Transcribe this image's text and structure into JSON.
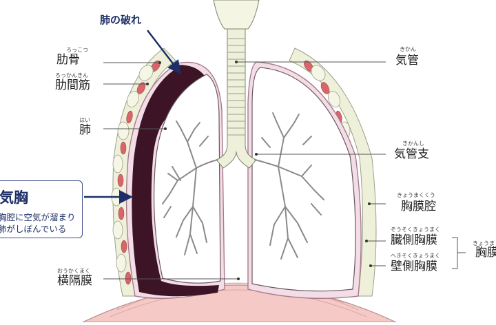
{
  "title": "肺の破れ",
  "labels": {
    "rib": {
      "text": "肋骨",
      "ruby": "ろっこつ"
    },
    "intercostal": {
      "text": "肋間筋",
      "ruby": "ろっかんきん"
    },
    "lung": {
      "text": "肺",
      "ruby": "はい"
    },
    "diaphragm": {
      "text": "横隔膜",
      "ruby": "おうかくまく"
    },
    "trachea": {
      "text": "気管",
      "ruby": "きかん"
    },
    "bronchus": {
      "text": "気管支",
      "ruby": "きかんし"
    },
    "pleural_cavity": {
      "text": "胸膜腔",
      "ruby": "きょうまくくう"
    },
    "visceral_pleura": {
      "text": "臓側胸膜",
      "ruby": "ぞうそくきょうまく"
    },
    "parietal_pleura": {
      "text": "壁側胸膜",
      "ruby": "へきそくきょうまく"
    },
    "pleura": {
      "text": "胸膜",
      "ruby": "きょうま"
    }
  },
  "callout": {
    "heading": "気胸",
    "line1": "胸腔に空気が溜まり",
    "line2": "肺がしぼんでいる"
  },
  "colors": {
    "collapsed_lung": "#3c1426",
    "pleura_pink": "#f3dde6",
    "cartilage": "#eef0d9",
    "muscle": "#d9646a",
    "diaphragm": "#f4c9c6",
    "arrow": "#1d2f66"
  }
}
